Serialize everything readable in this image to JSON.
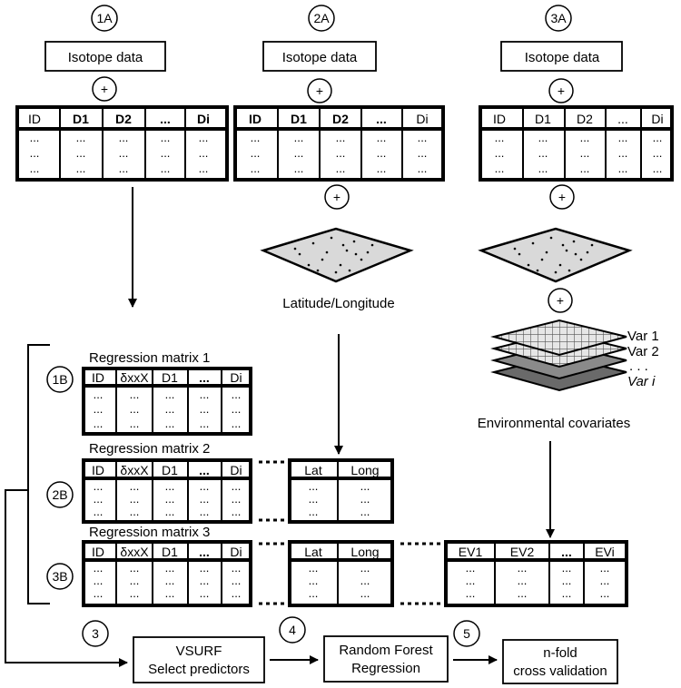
{
  "steps": {
    "s1A": "1A",
    "s2A": "2A",
    "s3A": "3A",
    "s1B": "1B",
    "s2B": "2B",
    "s3B": "3B",
    "s3": "3",
    "s4": "4",
    "s5": "5",
    "plus": "+"
  },
  "isotope_box": "Isotope data",
  "top_table_headers": [
    "ID",
    "D1",
    "D2",
    "...",
    "Di"
  ],
  "ellipsis": "...",
  "latlong_label": "Latitude/Longitude",
  "env": {
    "layers": [
      "Var 1",
      "Var 2",
      ". . .",
      "Var i"
    ],
    "label": "Environmental covariates"
  },
  "regression": {
    "titles": [
      "Regression matrix 1",
      "Regression matrix 2",
      "Regression matrix 3"
    ],
    "headers": [
      "ID",
      "δxxX",
      "D1",
      "...",
      "Di"
    ],
    "latlong_headers": [
      "Lat",
      "Long"
    ],
    "ev_headers": [
      "EV1",
      "EV2",
      "...",
      "EVi"
    ]
  },
  "process": {
    "vsurf": [
      "VSURF",
      "Select predictors"
    ],
    "rf": [
      "Random Forest",
      "Regression"
    ],
    "cv": [
      "n-fold",
      "cross validation"
    ]
  }
}
